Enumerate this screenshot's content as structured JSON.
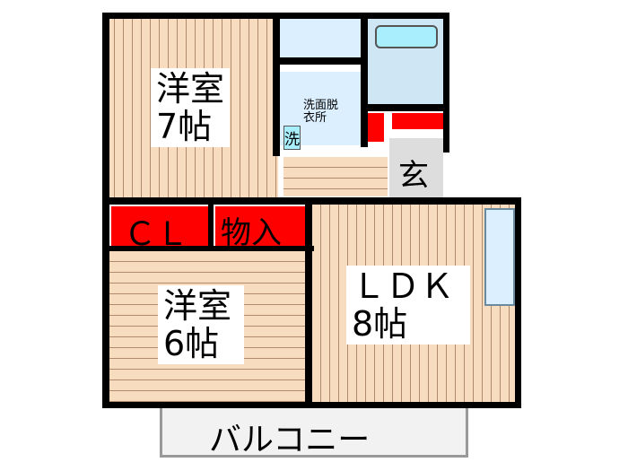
{
  "rooms": {
    "western7": {
      "name": "洋室",
      "size": "7帖"
    },
    "western6": {
      "name": "洋室",
      "size": "6帖"
    },
    "ldk": {
      "name": "ＬＤＫ",
      "size": "8帖"
    },
    "closet": "ＣＬ",
    "storage": "物入",
    "washroom_line1": "洗面脱",
    "washroom_line2": "衣所",
    "washer": "洗",
    "entrance": "玄",
    "balcony": "バルコニー"
  },
  "colors": {
    "storage": "#ff0000",
    "floor": "#f7dcc0",
    "water": "#dcefff",
    "balcony": "#f2f2f2"
  }
}
